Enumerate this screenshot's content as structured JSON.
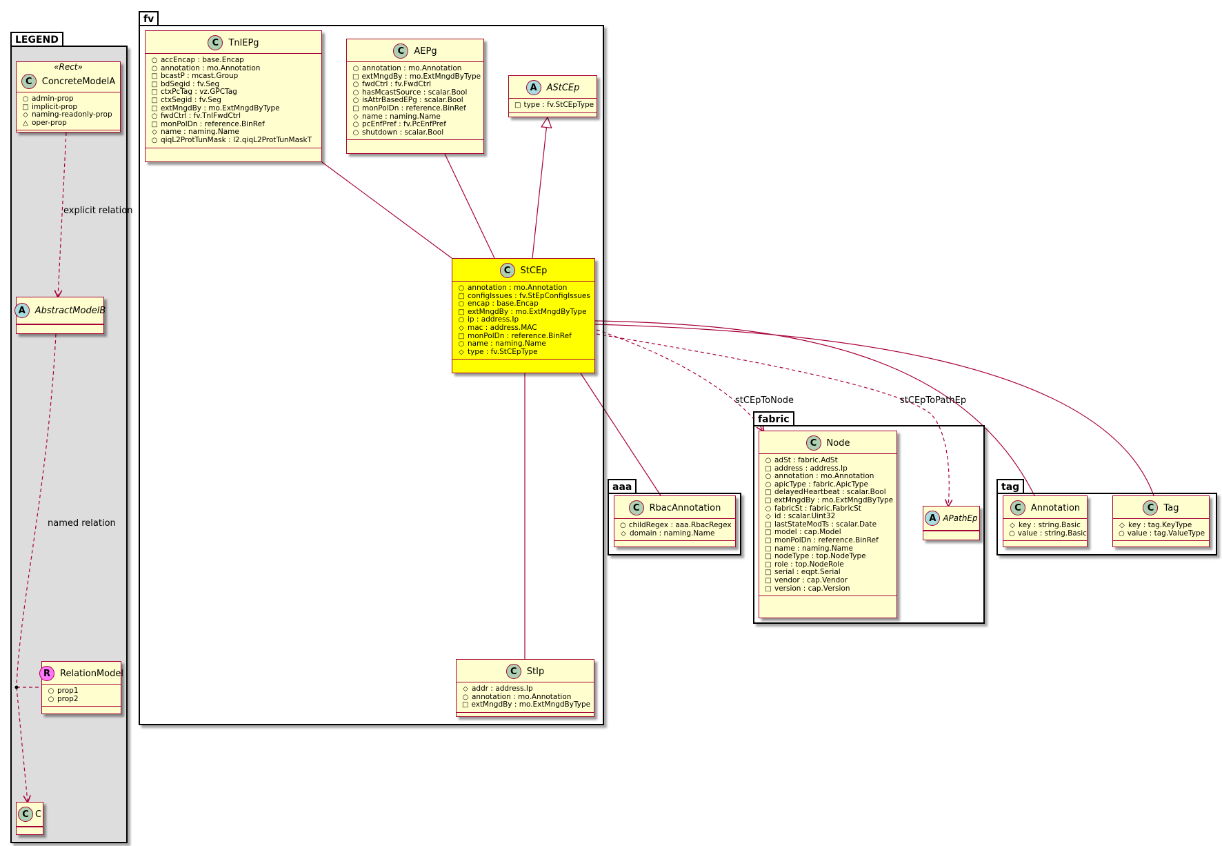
{
  "packages": {
    "legend": "LEGEND",
    "fv": "fv",
    "fabric": "fabric",
    "aaa": "aaa",
    "tag": "tag"
  },
  "legend": {
    "stereotype": "«Rect»",
    "concrete": {
      "name": "ConcreteModelA",
      "attrs": [
        {
          "vis": "○",
          "text": "admin-prop"
        },
        {
          "vis": "□",
          "text": "implicit-prop"
        },
        {
          "vis": "◇",
          "text": "naming-readonly-prop"
        },
        {
          "vis": "△",
          "text": "oper-prop"
        }
      ]
    },
    "abstract": {
      "name": "AbstractModelB"
    },
    "relation": {
      "name": "RelationModel",
      "attrs": [
        {
          "vis": "○",
          "text": "prop1"
        },
        {
          "vis": "○",
          "text": "prop2"
        }
      ]
    },
    "c": {
      "name": "C"
    },
    "explicit_label": "explicit relation",
    "named_label": "named relation"
  },
  "classes": {
    "tnlepg": {
      "name": "TnlEPg",
      "attrs": [
        {
          "vis": "○",
          "text": "accEncap : base.Encap"
        },
        {
          "vis": "○",
          "text": "annotation : mo.Annotation"
        },
        {
          "vis": "□",
          "text": "bcastP : mcast.Group"
        },
        {
          "vis": "□",
          "text": "bdSegid : fv.Seg"
        },
        {
          "vis": "□",
          "text": "ctxPcTag : vz.GPCTag"
        },
        {
          "vis": "□",
          "text": "ctxSegid : fv.Seg"
        },
        {
          "vis": "□",
          "text": "extMngdBy : mo.ExtMngdByType"
        },
        {
          "vis": "○",
          "text": "fwdCtrl : fv.TnlFwdCtrl"
        },
        {
          "vis": "□",
          "text": "monPolDn : reference.BinRef"
        },
        {
          "vis": "◇",
          "text": "name : naming.Name"
        },
        {
          "vis": "○",
          "text": "qiqL2ProtTunMask : l2.qiqL2ProtTunMaskT"
        }
      ]
    },
    "aepg": {
      "name": "AEPg",
      "attrs": [
        {
          "vis": "○",
          "text": "annotation : mo.Annotation"
        },
        {
          "vis": "□",
          "text": "extMngdBy : mo.ExtMngdByType"
        },
        {
          "vis": "○",
          "text": "fwdCtrl : fv.FwdCtrl"
        },
        {
          "vis": "○",
          "text": "hasMcastSource : scalar.Bool"
        },
        {
          "vis": "○",
          "text": "isAttrBasedEPg : scalar.Bool"
        },
        {
          "vis": "□",
          "text": "monPolDn : reference.BinRef"
        },
        {
          "vis": "◇",
          "text": "name : naming.Name"
        },
        {
          "vis": "○",
          "text": "pcEnfPref : fv.PcEnfPref"
        },
        {
          "vis": "○",
          "text": "shutdown : scalar.Bool"
        }
      ]
    },
    "astcep": {
      "name": "AStCEp",
      "attrs": [
        {
          "vis": "□",
          "text": "type : fv.StCEpType"
        }
      ]
    },
    "stcep": {
      "name": "StCEp",
      "attrs": [
        {
          "vis": "○",
          "text": "annotation : mo.Annotation"
        },
        {
          "vis": "□",
          "text": "configIssues : fv.StEpConfigIssues"
        },
        {
          "vis": "○",
          "text": "encap : base.Encap"
        },
        {
          "vis": "□",
          "text": "extMngdBy : mo.ExtMngdByType"
        },
        {
          "vis": "○",
          "text": "ip : address.Ip"
        },
        {
          "vis": "◇",
          "text": "mac : address.MAC"
        },
        {
          "vis": "□",
          "text": "monPolDn : reference.BinRef"
        },
        {
          "vis": "○",
          "text": "name : naming.Name"
        },
        {
          "vis": "◇",
          "text": "type : fv.StCEpType"
        }
      ]
    },
    "stip": {
      "name": "StIp",
      "attrs": [
        {
          "vis": "◇",
          "text": "addr : address.Ip"
        },
        {
          "vis": "○",
          "text": "annotation : mo.Annotation"
        },
        {
          "vis": "□",
          "text": "extMngdBy : mo.ExtMngdByType"
        }
      ]
    },
    "node": {
      "name": "Node",
      "attrs": [
        {
          "vis": "○",
          "text": "adSt : fabric.AdSt"
        },
        {
          "vis": "□",
          "text": "address : address.Ip"
        },
        {
          "vis": "○",
          "text": "annotation : mo.Annotation"
        },
        {
          "vis": "○",
          "text": "apicType : fabric.ApicType"
        },
        {
          "vis": "□",
          "text": "delayedHeartbeat : scalar.Bool"
        },
        {
          "vis": "□",
          "text": "extMngdBy : mo.ExtMngdByType"
        },
        {
          "vis": "○",
          "text": "fabricSt : fabric.FabricSt"
        },
        {
          "vis": "◇",
          "text": "id : scalar.Uint32"
        },
        {
          "vis": "□",
          "text": "lastStateModTs : scalar.Date"
        },
        {
          "vis": "□",
          "text": "model : cap.Model"
        },
        {
          "vis": "□",
          "text": "monPolDn : reference.BinRef"
        },
        {
          "vis": "□",
          "text": "name : naming.Name"
        },
        {
          "vis": "□",
          "text": "nodeType : top.NodeType"
        },
        {
          "vis": "□",
          "text": "role : top.NodeRole"
        },
        {
          "vis": "□",
          "text": "serial : eqpt.Serial"
        },
        {
          "vis": "□",
          "text": "vendor : cap.Vendor"
        },
        {
          "vis": "□",
          "text": "version : cap.Version"
        }
      ]
    },
    "apathep": {
      "name": "APathEp",
      "attrs": []
    },
    "rbac": {
      "name": "RbacAnnotation",
      "attrs": [
        {
          "vis": "○",
          "text": "childRegex : aaa.RbacRegex"
        },
        {
          "vis": "◇",
          "text": "domain : naming.Name"
        }
      ]
    },
    "annotation": {
      "name": "Annotation",
      "attrs": [
        {
          "vis": "◇",
          "text": "key : string.Basic"
        },
        {
          "vis": "○",
          "text": "value : string.Basic"
        }
      ]
    },
    "tag": {
      "name": "Tag",
      "attrs": [
        {
          "vis": "◇",
          "text": "key : tag.KeyType"
        },
        {
          "vis": "○",
          "text": "value : tag.ValueType"
        }
      ]
    }
  },
  "relations": {
    "to_node": "stCEpToNode",
    "to_pathep": "stCEpToPathEp"
  },
  "colors": {
    "border": "#a80036",
    "class_bg": "#fefece",
    "highlight_bg": "#ffff00",
    "legend_bg": "#dddddd"
  }
}
